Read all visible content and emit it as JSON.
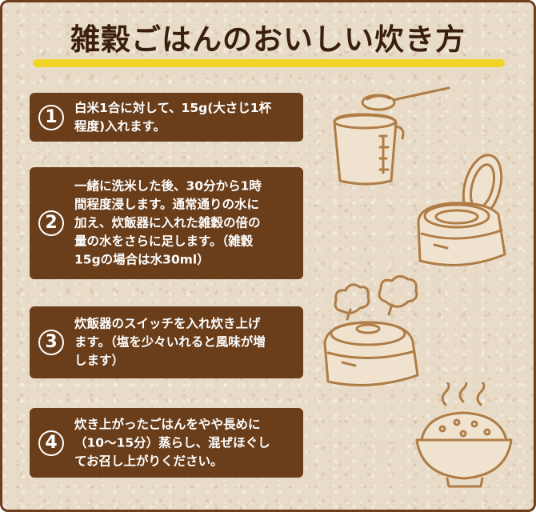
{
  "title": "雑穀ごはんのおいしい炊き方",
  "colors": {
    "background": "#e8dcc8",
    "step_box": "#6a3e1b",
    "accent_underline": "#f1d328",
    "illustration": "#b07c45",
    "title_text": "#3a1f0d"
  },
  "steps": [
    {
      "number": "1",
      "text": "白米1合に対して、15g(大さじ1杯\n程度)入れます。"
    },
    {
      "number": "2",
      "text": "一緒に洗米した後、30分から1時\n間程度浸します。通常通りの水に\n加え、炊飯器に入れた雑穀の倍の\n量の水をさらに足します。（雑穀\n15gの場合は水30ml）"
    },
    {
      "number": "3",
      "text": "炊飯器のスイッチを入れ炊き上げ\nます。（塩を少々いれると風味が増\nします）"
    },
    {
      "number": "4",
      "text": "炊き上がったごはんをやや長めに\n（10〜15分）蒸らし、混ぜほぐし\nてお召し上がりください。"
    }
  ],
  "illustrations": [
    "spoon-measuring-cup-icon",
    "open-rice-cooker-icon",
    "steaming-rice-cooker-icon",
    "rice-bowl-icon"
  ]
}
